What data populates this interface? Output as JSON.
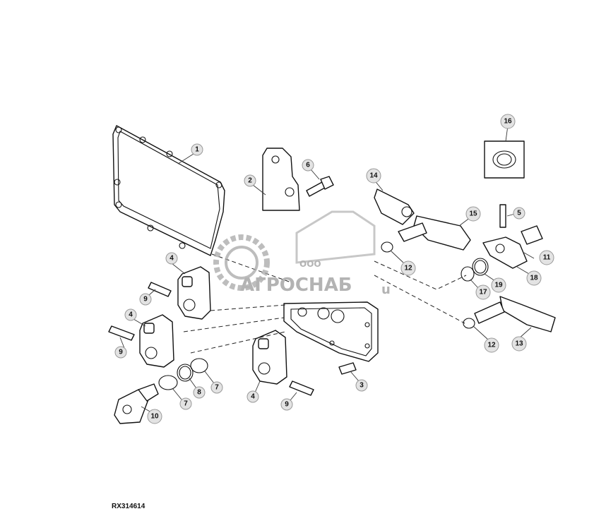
{
  "figure_id": "RX314614",
  "callouts": [
    "1",
    "2",
    "3",
    "4",
    "4",
    "4",
    "5",
    "6",
    "7",
    "7",
    "7",
    "8",
    "9",
    "9",
    "9",
    "10",
    "11",
    "12",
    "12",
    "13",
    "13",
    "14",
    "15",
    "16",
    "17",
    "18",
    "19"
  ],
  "watermark": {
    "small": "ООО",
    "name": "АГРОСНАБ",
    "suffix": "u"
  }
}
